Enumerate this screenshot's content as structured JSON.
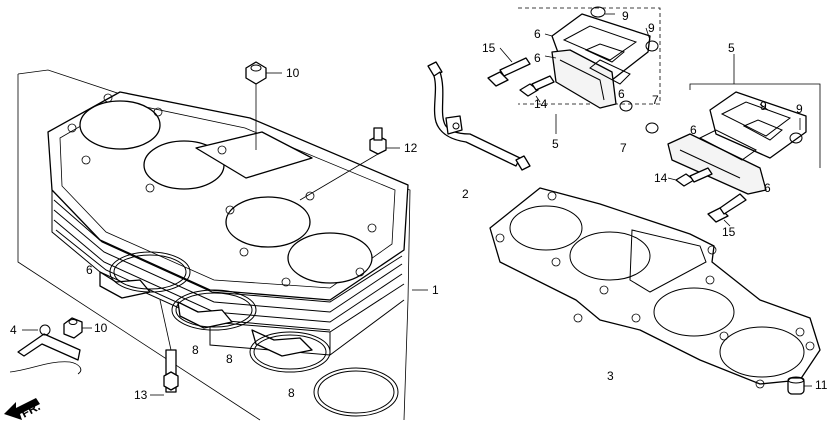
{
  "callouts": {
    "c1": "1",
    "c2": "2",
    "c3": "3",
    "c4": "4",
    "c5a": "5",
    "c5b": "5",
    "c6a": "6",
    "c6b": "6",
    "c6c": "6",
    "c6d": "6",
    "c6e": "6",
    "c7a": "7",
    "c7b": "7",
    "c8a": "8",
    "c8b": "8",
    "c8c": "8",
    "c9a": "9",
    "c9b": "9",
    "c9c": "9",
    "c9d": "9",
    "c10a": "10",
    "c10b": "10",
    "c11": "11",
    "c12": "12",
    "c13": "13",
    "c14a": "14",
    "c14b": "14",
    "c15a": "15",
    "c15b": "15"
  },
  "direction_label": "FR."
}
